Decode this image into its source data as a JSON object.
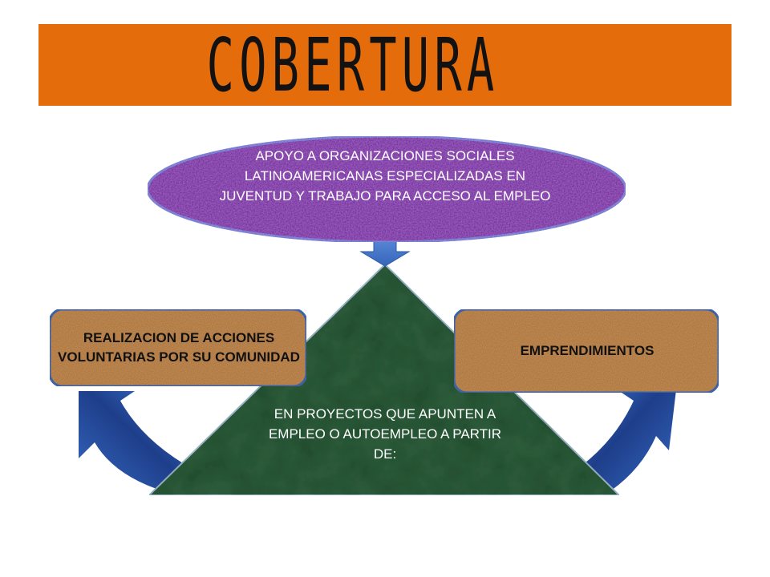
{
  "title": "COBERTURA",
  "ellipse_text": "APOYO A ORGANIZACIONES SOCIALES LATINOAMERICANAS ESPECIALIZADAS EN JUVENTUD Y TRABAJO  PARA ACCESO AL EMPLEO",
  "left_box_text": "REALIZACION DE ACCIONES VOLUNTARIAS POR SU COMUNIDAD",
  "right_box_text": "EMPRENDIMIENTOS",
  "triangle_text": "EN PROYECTOS QUE APUNTEN A EMPLEO O AUTOEMPLEO A PARTIR DE:",
  "colors": {
    "title_bar": "#E46C0A",
    "ellipse_fill": "#5A1A8A",
    "triangle_fill": "#2E5E3C",
    "box_fill": "#C8935A",
    "arrow_fill": "#3A6FC4"
  }
}
